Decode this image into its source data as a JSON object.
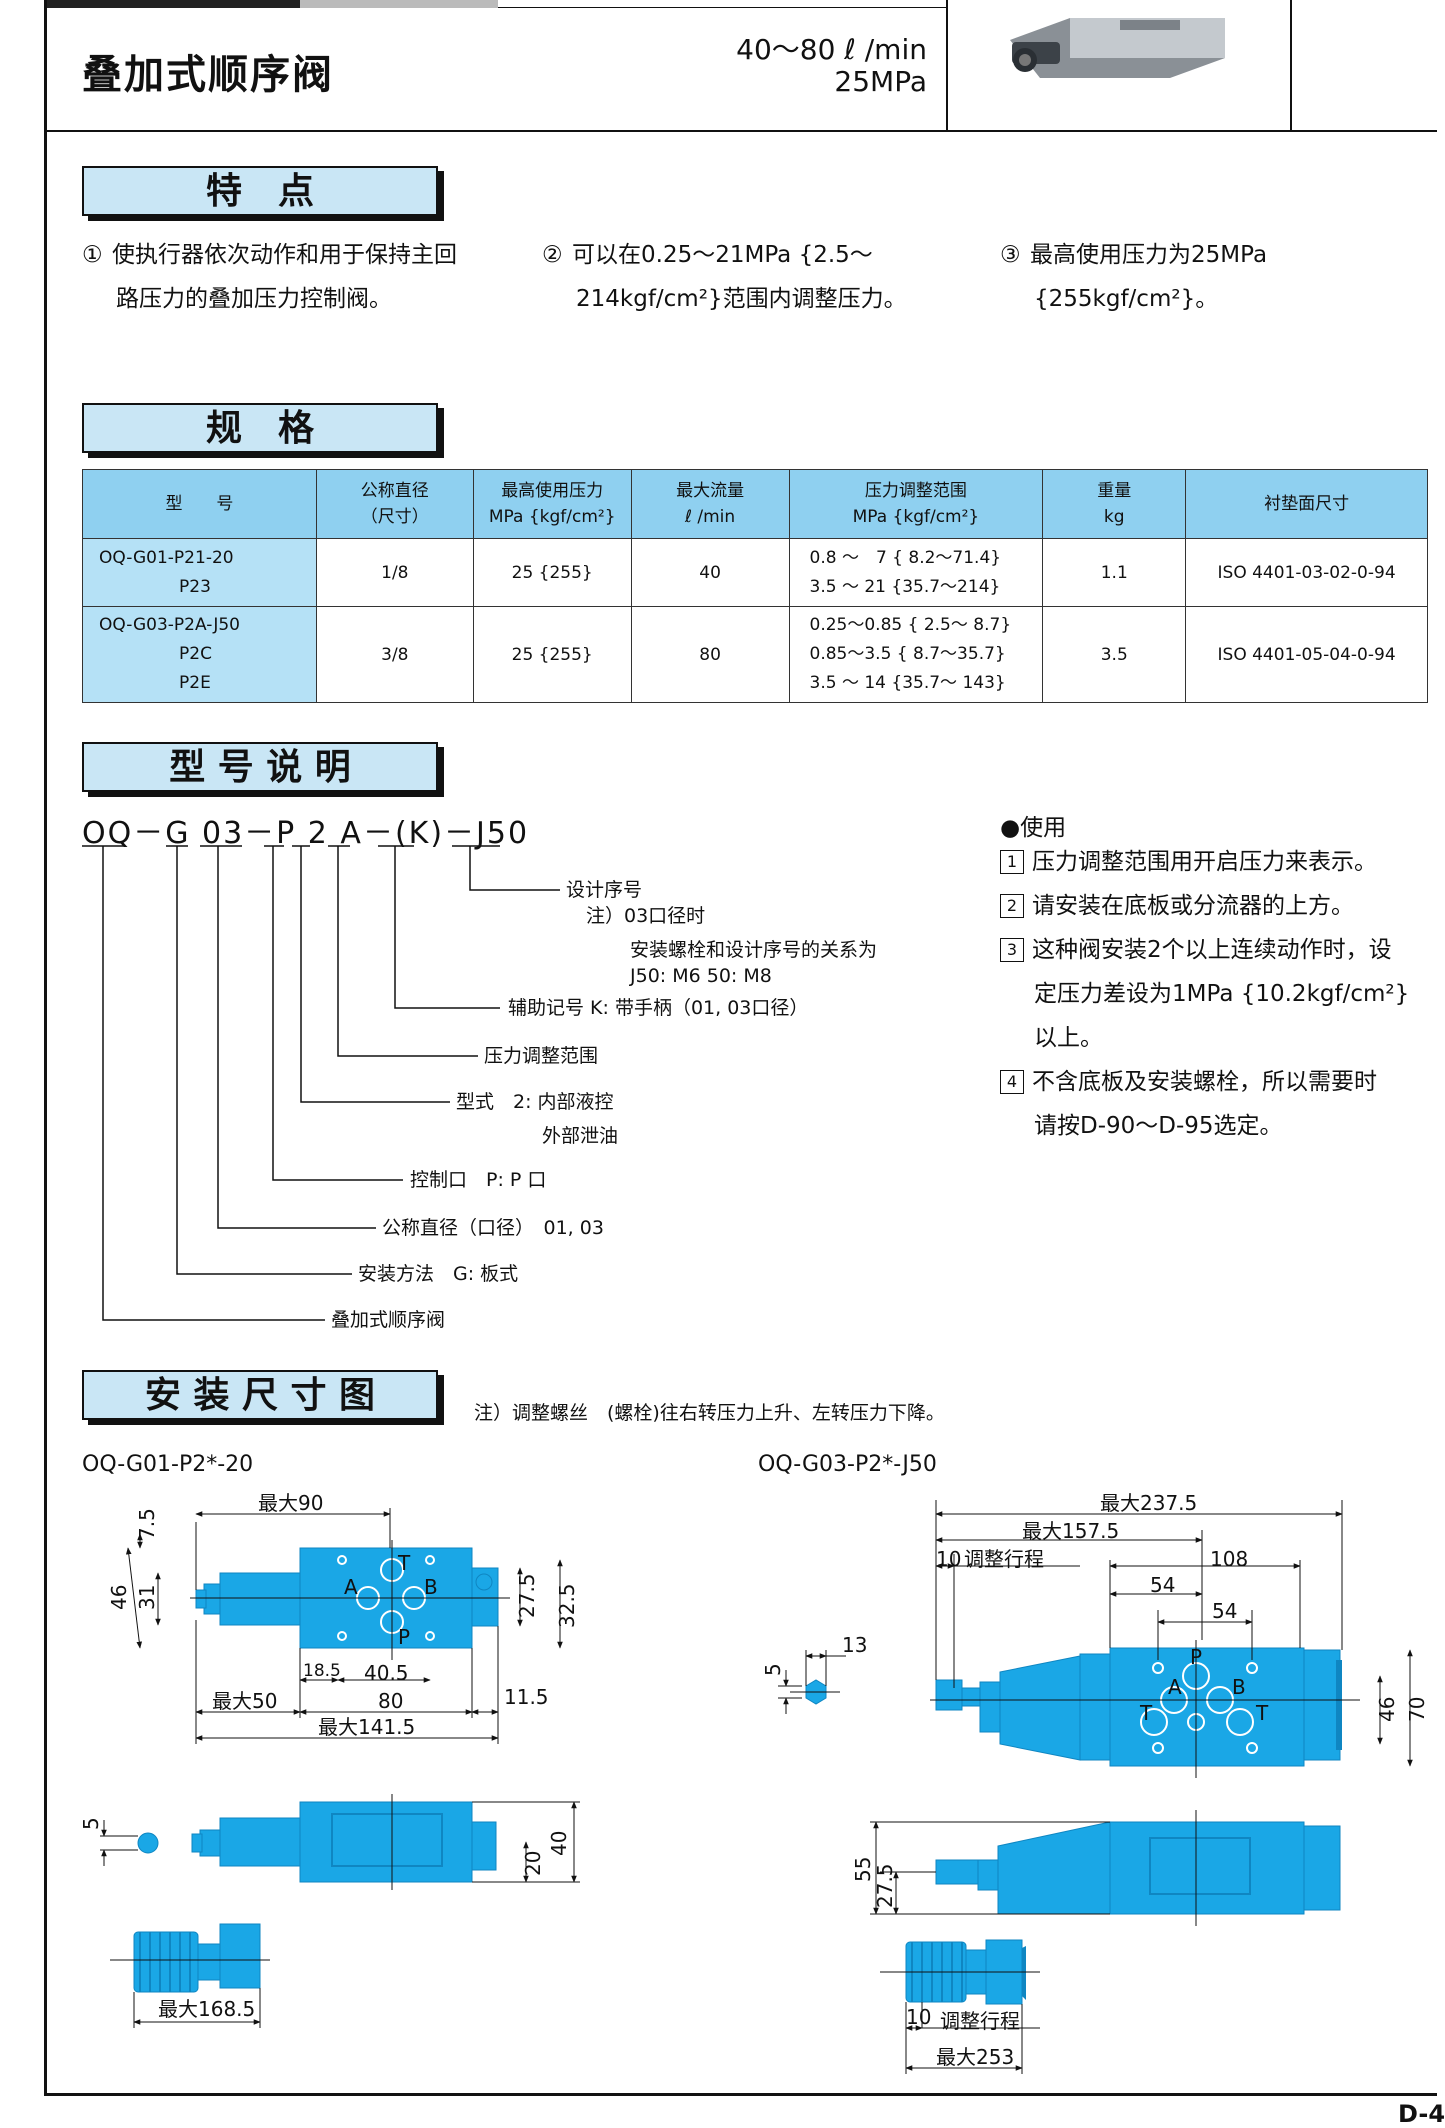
{
  "header": {
    "title": "叠加式顺序阀",
    "flow": "40～80 ℓ /min",
    "pressure": "25MPa"
  },
  "features": {
    "heading": "特　点",
    "items": [
      {
        "num": "①",
        "line1": "使执行器依次动作和用于保持主回",
        "line2": "路压力的叠加压力控制阀。"
      },
      {
        "num": "②",
        "line1": "可以在0.25～21MPa {2.5～",
        "line2": "214kgf/cm²}范围内调整压力。"
      },
      {
        "num": "③",
        "line1": "最高使用压力为25MPa",
        "line2": "{255kgf/cm²}。"
      }
    ]
  },
  "specs": {
    "heading": "规　格",
    "headers": [
      {
        "l1": "型　　号",
        "l2": ""
      },
      {
        "l1": "公称直径",
        "l2": "（尺寸）"
      },
      {
        "l1": "最高使用压力",
        "l2": "MPa {kgf/cm²}"
      },
      {
        "l1": "最大流量",
        "l2": "ℓ /min"
      },
      {
        "l1": "压力调整范围",
        "l2": "MPa {kgf/cm²}"
      },
      {
        "l1": "重量",
        "l2": "kg"
      },
      {
        "l1": "衬垫面尺寸",
        "l2": ""
      }
    ],
    "rows": [
      {
        "model": [
          "OQ-G01-P21-20",
          "P23"
        ],
        "size": "1/8",
        "max_pressure": "25 {255}",
        "max_flow": "40",
        "range": [
          "0.8 ～　7 {  8.2～71.4}",
          "3.5 ～  21 {35.7～214}"
        ],
        "weight": "1.1",
        "gasket": "ISO 4401-03-02-0-94"
      },
      {
        "model": [
          "OQ-G03-P2A-J50",
          "P2C",
          "P2E"
        ],
        "size": "3/8",
        "max_pressure": "25 {255}",
        "max_flow": "80",
        "range": [
          "0.25～0.85 {  2.5～  8.7}",
          "0.85～3.5  {  8.7～35.7}",
          "3.5 ～  14 {35.7～ 143}"
        ],
        "weight": "3.5",
        "gasket": "ISO 4401-05-04-0-94"
      }
    ]
  },
  "model_code": {
    "heading": "型 号 说 明",
    "code": "OQ－G 03－P 2 A－(K)－J50",
    "labels": {
      "design": "设计序号",
      "note1": "注）03口径时",
      "note2": "安装螺栓和设计序号的关系为",
      "note3": "J50: M6  50: M8",
      "aux": "辅助记号  K: 带手柄（01, 03口径）",
      "range": "压力调整范围",
      "type1": "型式　2: 内部液控",
      "type2": "外部泄油",
      "control": "控制口　P: P 口",
      "size": "公称直径（口径）　01, 03",
      "mount": "安装方法　G: 板式",
      "name": "叠加式顺序阀"
    }
  },
  "usage": {
    "title": "●使用",
    "items": [
      {
        "num": "1",
        "lines": [
          "压力调整范围用开启压力来表示。"
        ]
      },
      {
        "num": "2",
        "lines": [
          "请安装在底板或分流器的上方。"
        ]
      },
      {
        "num": "3",
        "lines": [
          "这种阀安装2个以上连续动作时，设",
          "定压力差设为1MPa {10.2kgf/cm²}",
          "以上。"
        ]
      },
      {
        "num": "4",
        "lines": [
          "不含底板及安装螺栓，所以需要时",
          "请按D-90～D-95选定。"
        ]
      }
    ]
  },
  "dimensions": {
    "heading": "安 装 尺 寸 图",
    "note": "注）调整螺丝　(螺栓)往右转压力上升、左转压力下降。",
    "left_title": "OQ-G01-P2*-20",
    "right_title": "OQ-G03-P2*-J50",
    "left_dims": {
      "max90": "最大90",
      "d7_5": "7.5",
      "d46": "46",
      "d31": "31",
      "d27_5": "27.5",
      "d32_5": "32.5",
      "d18_5": "18.5",
      "d40_5": "40.5",
      "max50": "最大50",
      "d80": "80",
      "d11_5": "11.5",
      "max141_5": "最大141.5",
      "d5": "5",
      "d20": "20",
      "d40": "40",
      "max168_5": "最大168.5"
    },
    "right_dims": {
      "max237_5": "最大237.5",
      "max157_5": "最大157.5",
      "d10": "10",
      "stroke": "调整行程",
      "d108": "108",
      "d54a": "54",
      "d54b": "54",
      "d13": "13",
      "d5": "5",
      "d46": "46",
      "d70": "70",
      "d55": "55",
      "d27_5": "27.5",
      "d10b": "10",
      "stroke2": "调整行程",
      "max253": "最大253"
    },
    "ports": {
      "A": "A",
      "B": "B",
      "T": "T",
      "P": "P"
    }
  },
  "page_number": "D-4",
  "colors": {
    "part": "#1aa7e6",
    "part_dark": "#0f86c2",
    "heading_bg": "#c9e6f5",
    "table_head": "#8fd0f0",
    "table_model": "#b5e1f6"
  }
}
